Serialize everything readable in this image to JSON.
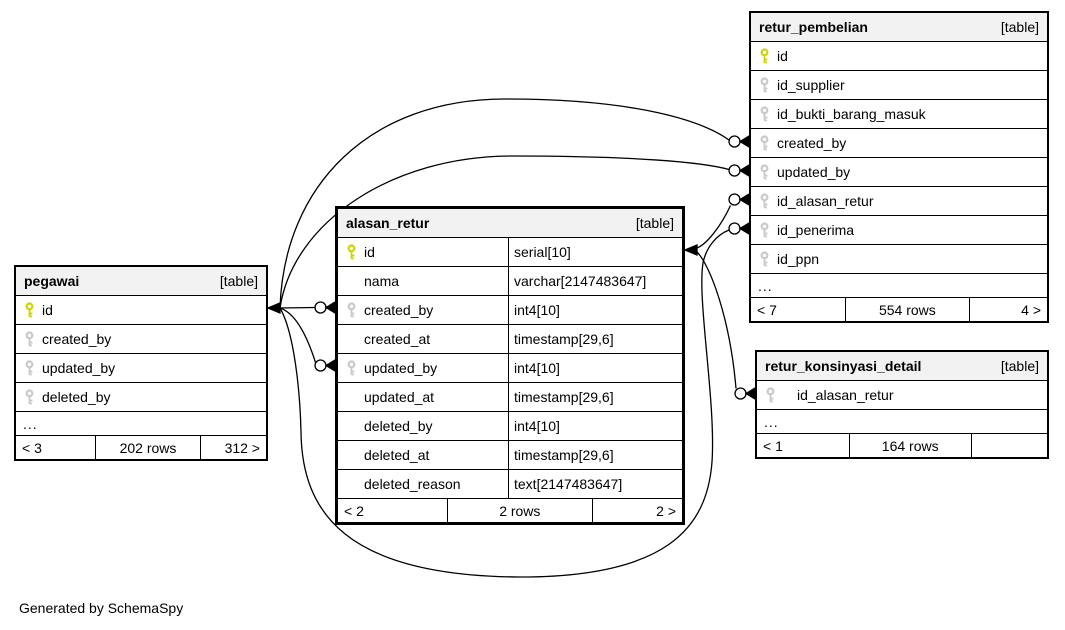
{
  "note": "Generated by SchemaSpy",
  "colors": {
    "pk": "#ccd500",
    "fk": "#c9c9c9",
    "hdr": "#f2f2f2",
    "line": "#000000",
    "bg": "#ffffff"
  },
  "tables": {
    "pegawai": {
      "name": "pegawai",
      "badge": "[table]",
      "columns": [
        {
          "name": "id",
          "key": "pk"
        },
        {
          "name": "created_by",
          "key": "fk"
        },
        {
          "name": "updated_by",
          "key": "fk"
        },
        {
          "name": "deleted_by",
          "key": "fk"
        }
      ],
      "more": "...",
      "footer": {
        "prev": "< 3",
        "rows": "202 rows",
        "next": "312 >"
      }
    },
    "alasan_retur": {
      "name": "alasan_retur",
      "badge": "[table]",
      "columns": [
        {
          "name": "id",
          "type": "serial[10]",
          "key": "pk"
        },
        {
          "name": "nama",
          "type": "varchar[2147483647]",
          "key": "none"
        },
        {
          "name": "created_by",
          "type": "int4[10]",
          "key": "fk"
        },
        {
          "name": "created_at",
          "type": "timestamp[29,6]",
          "key": "none"
        },
        {
          "name": "updated_by",
          "type": "int4[10]",
          "key": "fk"
        },
        {
          "name": "updated_at",
          "type": "timestamp[29,6]",
          "key": "none"
        },
        {
          "name": "deleted_by",
          "type": "int4[10]",
          "key": "none"
        },
        {
          "name": "deleted_at",
          "type": "timestamp[29,6]",
          "key": "none"
        },
        {
          "name": "deleted_reason",
          "type": "text[2147483647]",
          "key": "none"
        }
      ],
      "footer": {
        "prev": "< 2",
        "rows": "2 rows",
        "next": "2 >"
      }
    },
    "retur_pembelian": {
      "name": "retur_pembelian",
      "badge": "[table]",
      "columns": [
        {
          "name": "id",
          "key": "pk"
        },
        {
          "name": "id_supplier",
          "key": "fk"
        },
        {
          "name": "id_bukti_barang_masuk",
          "key": "fk"
        },
        {
          "name": "created_by",
          "key": "fk"
        },
        {
          "name": "updated_by",
          "key": "fk"
        },
        {
          "name": "id_alasan_retur",
          "key": "fk"
        },
        {
          "name": "id_penerima",
          "key": "fk"
        },
        {
          "name": "id_ppn",
          "key": "fk"
        }
      ],
      "more": "...",
      "footer": {
        "prev": "< 7",
        "rows": "554 rows",
        "next": "4 >"
      }
    },
    "retur_konsinyasi_detail": {
      "name": "retur_konsinyasi_detail",
      "badge": "[table]",
      "columns": [
        {
          "name": "id_alasan_retur",
          "key": "fk"
        }
      ],
      "more": "...",
      "footer": {
        "prev": "< 1",
        "rows": "164 rows",
        "next": ""
      }
    }
  },
  "relationships": [
    {
      "from": "pegawai.id",
      "to": "alasan_retur.created_by"
    },
    {
      "from": "pegawai.id",
      "to": "alasan_retur.updated_by"
    },
    {
      "from": "pegawai.id",
      "to": "retur_pembelian.created_by"
    },
    {
      "from": "pegawai.id",
      "to": "retur_pembelian.updated_by"
    },
    {
      "from": "pegawai.id",
      "to": "retur_pembelian.id_penerima"
    },
    {
      "from": "alasan_retur.id",
      "to": "retur_pembelian.id_alasan_retur"
    },
    {
      "from": "alasan_retur.id",
      "to": "retur_konsinyasi_detail.id_alasan_retur"
    }
  ]
}
